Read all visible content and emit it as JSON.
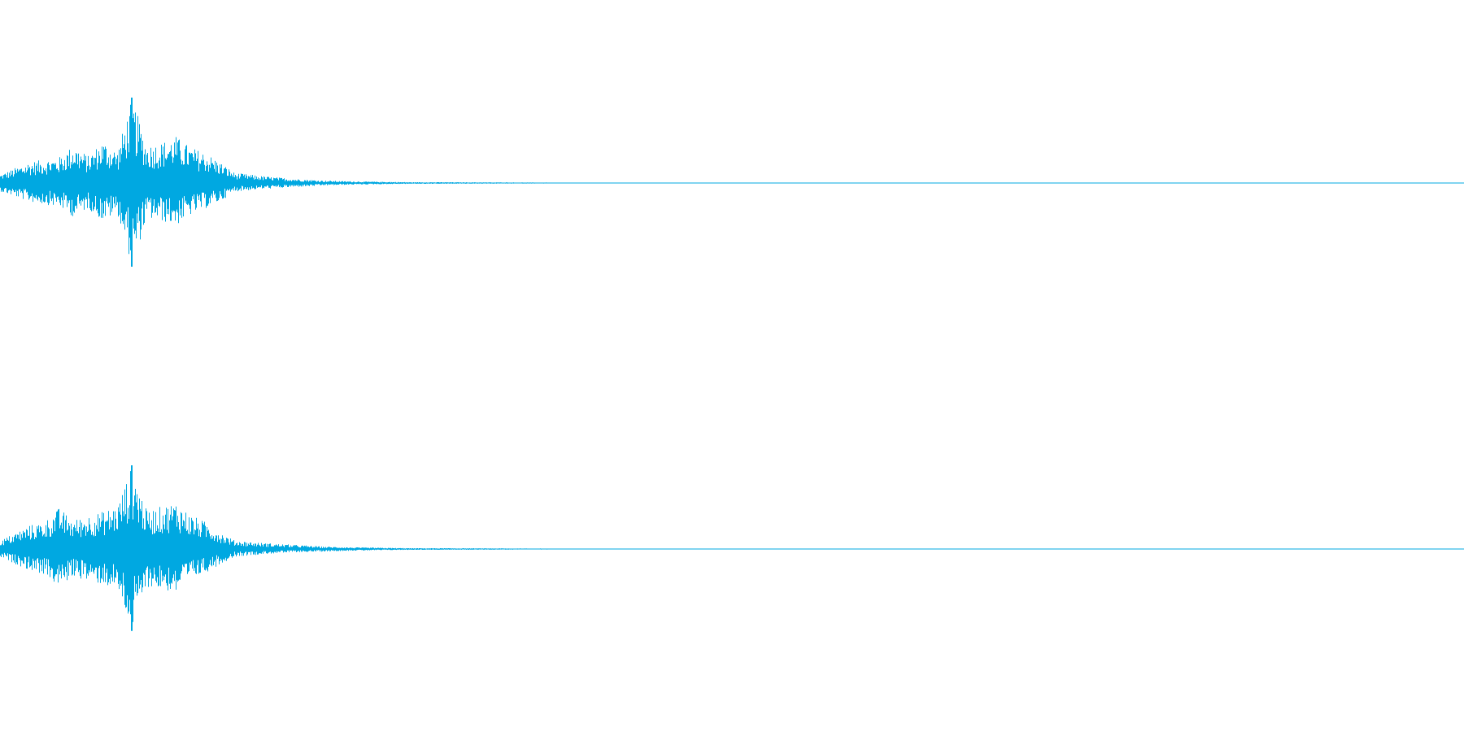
{
  "chart_data": {
    "type": "area",
    "description_kind": "stereo audio waveform",
    "color": "#00a8e1",
    "background": "#ffffff",
    "grid": false,
    "legend": "none",
    "title": "",
    "xlabel": "",
    "ylabel": "",
    "ylim": [
      -1,
      1
    ],
    "xlim": [
      0,
      1
    ],
    "series": [
      {
        "x": [
          0.0,
          0.02,
          0.04,
          0.05,
          0.06,
          0.07,
          0.08,
          0.09,
          0.1,
          0.11,
          0.12,
          0.13,
          0.14,
          0.15,
          0.16,
          0.18,
          0.2,
          0.22,
          0.24,
          0.26,
          0.28,
          0.3,
          0.33,
          0.36,
          0.4,
          0.43,
          1.0
        ],
        "upper": [
          0.1,
          0.25,
          0.3,
          0.45,
          0.32,
          0.5,
          0.38,
          1.0,
          0.45,
          0.48,
          0.55,
          0.42,
          0.36,
          0.25,
          0.12,
          0.08,
          0.05,
          0.03,
          0.02,
          0.015,
          0.01,
          0.01,
          0.008,
          0.006,
          0.004,
          0.0,
          0.0
        ],
        "lower": [
          -0.1,
          -0.22,
          -0.28,
          -0.4,
          -0.3,
          -0.45,
          -0.36,
          -0.98,
          -0.42,
          -0.45,
          -0.5,
          -0.38,
          -0.3,
          -0.22,
          -0.1,
          -0.07,
          -0.05,
          -0.03,
          -0.02,
          -0.015,
          -0.01,
          -0.01,
          -0.008,
          -0.006,
          -0.004,
          0.0,
          0.0
        ]
      },
      {
        "x": [
          0.0,
          0.02,
          0.03,
          0.04,
          0.05,
          0.06,
          0.07,
          0.08,
          0.09,
          0.1,
          0.11,
          0.12,
          0.13,
          0.14,
          0.15,
          0.16,
          0.18,
          0.2,
          0.22,
          0.24,
          0.26,
          0.28,
          0.3,
          0.33,
          0.36,
          0.4,
          0.43,
          1.0
        ],
        "upper": [
          0.1,
          0.28,
          0.32,
          0.48,
          0.34,
          0.4,
          0.44,
          0.52,
          0.98,
          0.45,
          0.5,
          0.56,
          0.4,
          0.32,
          0.2,
          0.1,
          0.07,
          0.05,
          0.03,
          0.02,
          0.015,
          0.01,
          0.01,
          0.008,
          0.006,
          0.004,
          0.0,
          0.0
        ],
        "lower": [
          -0.1,
          -0.25,
          -0.3,
          -0.45,
          -0.32,
          -0.38,
          -0.42,
          -0.48,
          -0.96,
          -0.44,
          -0.48,
          -0.52,
          -0.36,
          -0.28,
          -0.18,
          -0.09,
          -0.06,
          -0.04,
          -0.03,
          -0.02,
          -0.015,
          -0.01,
          -0.01,
          -0.008,
          -0.006,
          -0.004,
          0.0,
          0.0
        ]
      }
    ]
  }
}
